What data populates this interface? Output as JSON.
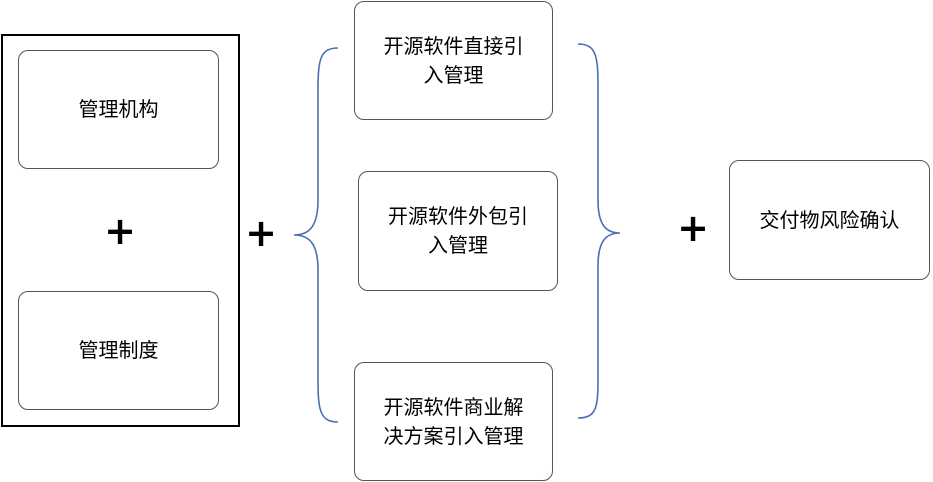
{
  "left_group": {
    "box_top": "管理机构",
    "plus": "+",
    "box_bottom": "管理制度"
  },
  "connector_plus_1": "+",
  "middle_group": {
    "items": [
      {
        "line1": "开源软件直接引",
        "line2": "入管理"
      },
      {
        "line1": "开源软件外包引",
        "line2": "入管理"
      },
      {
        "line1": "开源软件商业解",
        "line2": "决方案引入管理"
      }
    ]
  },
  "connector_plus_2": "+",
  "right_box": "交付物风险确认",
  "colors": {
    "brace": "#4a6fb5",
    "box_border": "#555555",
    "frame_border": "#000000"
  }
}
